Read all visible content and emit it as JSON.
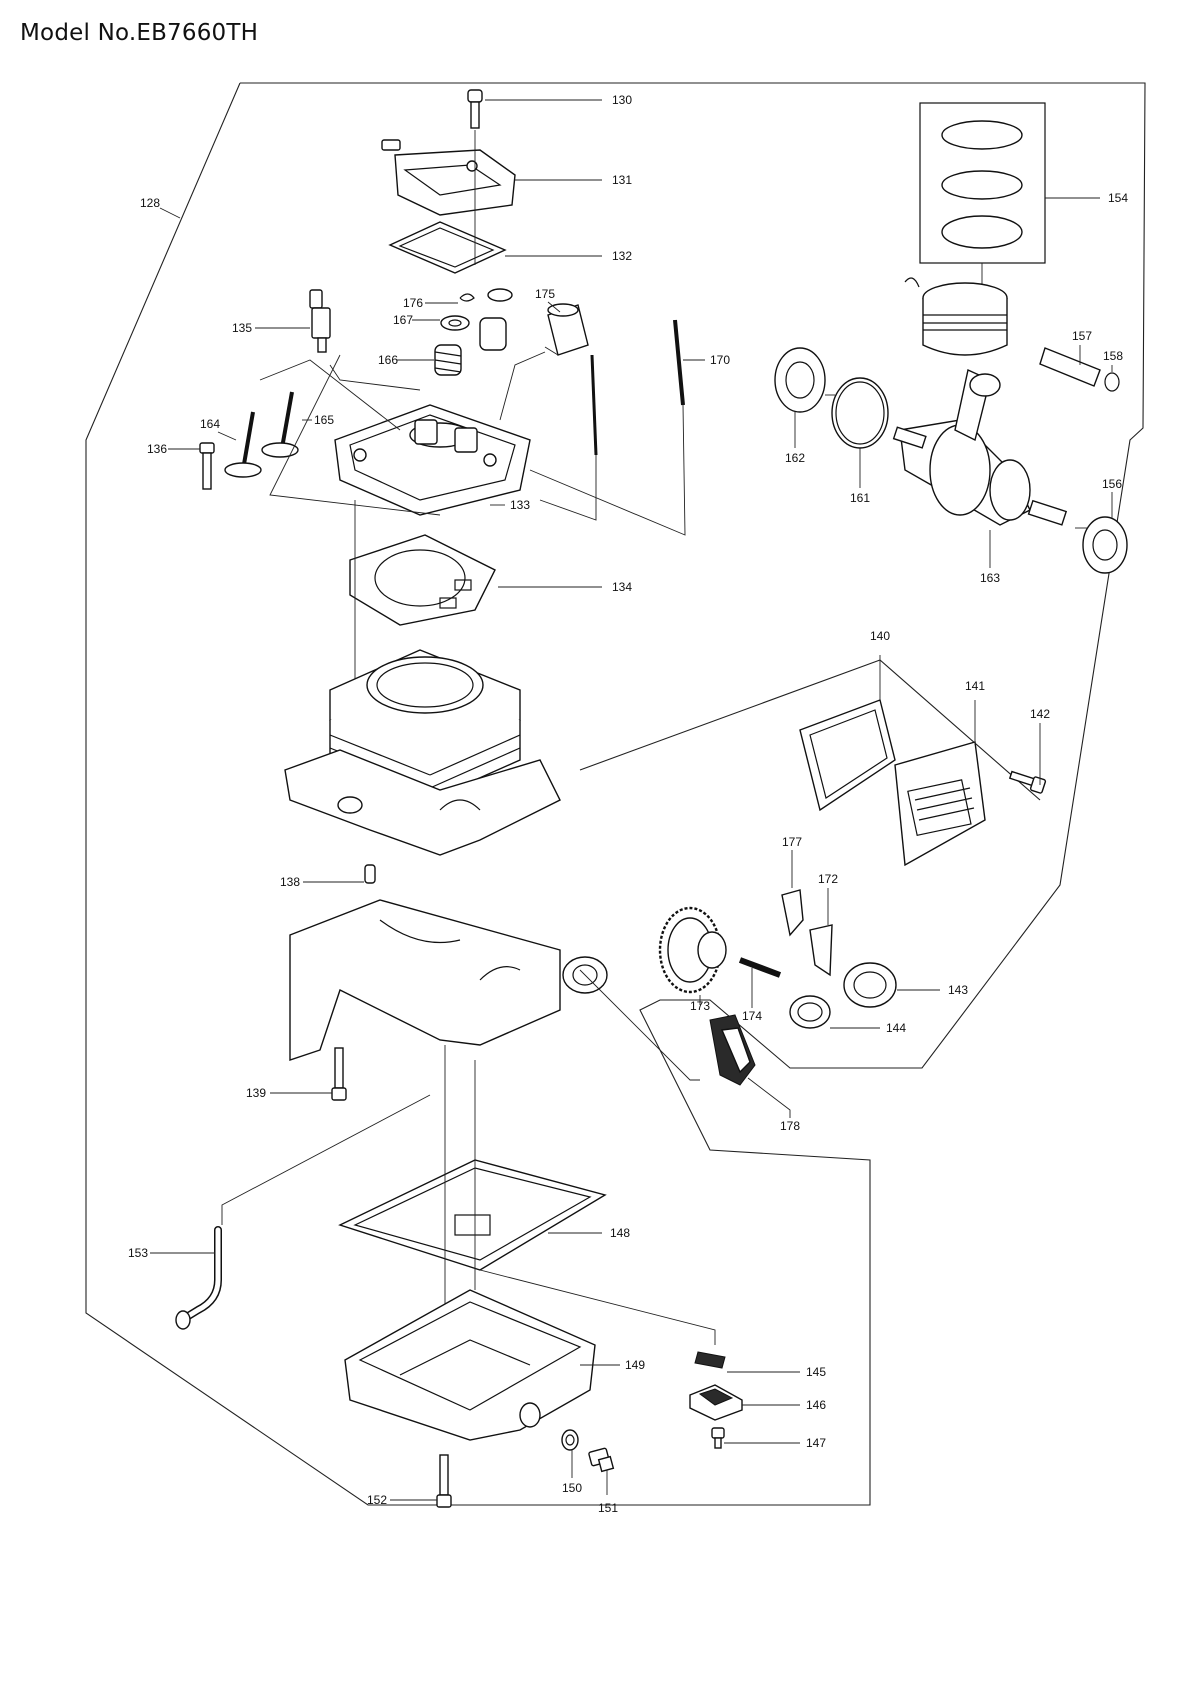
{
  "header": {
    "model_label": "Model No.EB7660TH"
  },
  "callouts": [
    {
      "id": "p128",
      "label": "128"
    },
    {
      "id": "p130",
      "label": "130"
    },
    {
      "id": "p131",
      "label": "131"
    },
    {
      "id": "p132",
      "label": "132"
    },
    {
      "id": "p133",
      "label": "133"
    },
    {
      "id": "p134",
      "label": "134"
    },
    {
      "id": "p135",
      "label": "135"
    },
    {
      "id": "p136",
      "label": "136"
    },
    {
      "id": "p138",
      "label": "138"
    },
    {
      "id": "p139",
      "label": "139"
    },
    {
      "id": "p140",
      "label": "140"
    },
    {
      "id": "p141",
      "label": "141"
    },
    {
      "id": "p142",
      "label": "142"
    },
    {
      "id": "p143",
      "label": "143"
    },
    {
      "id": "p144",
      "label": "144"
    },
    {
      "id": "p145",
      "label": "145"
    },
    {
      "id": "p146",
      "label": "146"
    },
    {
      "id": "p147",
      "label": "147"
    },
    {
      "id": "p148",
      "label": "148"
    },
    {
      "id": "p149",
      "label": "149"
    },
    {
      "id": "p150",
      "label": "150"
    },
    {
      "id": "p151",
      "label": "151"
    },
    {
      "id": "p152",
      "label": "152"
    },
    {
      "id": "p153",
      "label": "153"
    },
    {
      "id": "p154",
      "label": "154"
    },
    {
      "id": "p156",
      "label": "156"
    },
    {
      "id": "p157",
      "label": "157"
    },
    {
      "id": "p158",
      "label": "158"
    },
    {
      "id": "p161",
      "label": "161"
    },
    {
      "id": "p162",
      "label": "162"
    },
    {
      "id": "p163",
      "label": "163"
    },
    {
      "id": "p164",
      "label": "164"
    },
    {
      "id": "p165",
      "label": "165"
    },
    {
      "id": "p166",
      "label": "166"
    },
    {
      "id": "p167",
      "label": "167"
    },
    {
      "id": "p170",
      "label": "170"
    },
    {
      "id": "p172",
      "label": "172"
    },
    {
      "id": "p173",
      "label": "173"
    },
    {
      "id": "p174",
      "label": "174"
    },
    {
      "id": "p175",
      "label": "175"
    },
    {
      "id": "p176",
      "label": "176"
    },
    {
      "id": "p177",
      "label": "177"
    },
    {
      "id": "p178",
      "label": "178"
    }
  ]
}
